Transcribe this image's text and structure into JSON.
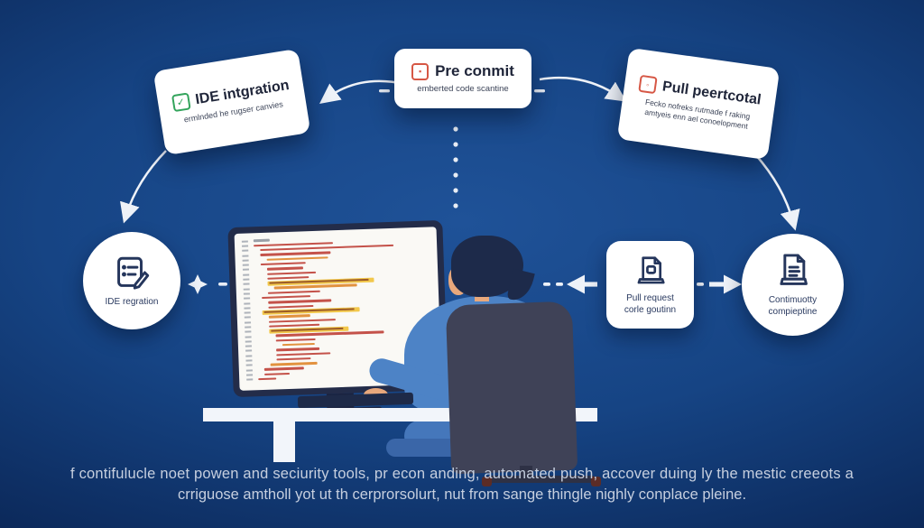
{
  "colors": {
    "background_center": "#1f5298",
    "background_edge": "#061634",
    "card_bg": "#ffffff",
    "accent_green": "#33a45c",
    "accent_red": "#d65745",
    "navy_icon": "#25365c",
    "shirt_blue": "#4d83c6",
    "highlight_yellow": "#f2c84b",
    "caption_text": "#c6cfdf"
  },
  "icons": {
    "check_glyph": "✓",
    "commit_glyph": "▪",
    "pull_glyph": "◦"
  },
  "cards": {
    "ide": {
      "title": "IDE intgration",
      "subtitle": "ermlnded he rugser canvies"
    },
    "precommit": {
      "title": "Pre conmit",
      "subtitle": "emberted code scantine"
    },
    "pull": {
      "title": "Pull peertcotal",
      "subtitle_line1": "Fecko nofreks rutmade f raking",
      "subtitle_line2": "amtyeis enn ael conoelopment"
    }
  },
  "nodes": {
    "ide_circle": {
      "label": "IDE regration"
    },
    "pull_request": {
      "label_line1": "Pull request",
      "label_line2": "corle goutinn"
    },
    "continuous": {
      "label_line1": "Contimuotty",
      "label_line2": "compieptine"
    }
  },
  "caption": {
    "line1": "f contifulucle noet powen and seciurity tools, pr econ anding, automated push, accover duing ly the mestic creeots a",
    "line2": "crriguose amtholl yot ut th cerprorsolurt, nut from sange thingle nighly conplace pleine."
  },
  "monitor": {
    "code_lines": [
      {
        "ind": 0,
        "w": 18,
        "c": "gray",
        "hl": false
      },
      {
        "ind": 0,
        "w": 88,
        "c": "red",
        "hl": false
      },
      {
        "ind": 1,
        "w": 148,
        "c": "red",
        "hl": false
      },
      {
        "ind": 1,
        "w": 78,
        "c": "red",
        "hl": false
      },
      {
        "ind": 2,
        "w": 68,
        "c": "orange",
        "hl": false
      },
      {
        "ind": 1,
        "w": 50,
        "c": "red",
        "hl": false
      },
      {
        "ind": 2,
        "w": 40,
        "c": "red",
        "hl": false
      },
      {
        "ind": 2,
        "w": 54,
        "c": "red",
        "hl": false
      },
      {
        "ind": 2,
        "w": 46,
        "c": "red",
        "hl": false
      },
      {
        "ind": 2,
        "w": 118,
        "c": "red",
        "hl": true
      },
      {
        "ind": 3,
        "w": 92,
        "c": "orange",
        "hl": false
      },
      {
        "ind": 2,
        "w": 58,
        "c": "red",
        "hl": false
      },
      {
        "ind": 1,
        "w": 54,
        "c": "red",
        "hl": false
      },
      {
        "ind": 2,
        "w": 70,
        "c": "red",
        "hl": false
      },
      {
        "ind": 2,
        "w": 50,
        "c": "red",
        "hl": false
      },
      {
        "ind": 1,
        "w": 108,
        "c": "red",
        "hl": true
      },
      {
        "ind": 2,
        "w": 46,
        "c": "orange",
        "hl": false
      },
      {
        "ind": 2,
        "w": 74,
        "c": "red",
        "hl": false
      },
      {
        "ind": 2,
        "w": 56,
        "c": "red",
        "hl": false
      },
      {
        "ind": 2,
        "w": 88,
        "c": "red",
        "hl": true
      },
      {
        "ind": 3,
        "w": 120,
        "c": "red",
        "hl": false
      },
      {
        "ind": 3,
        "w": 44,
        "c": "red",
        "hl": false
      },
      {
        "ind": 4,
        "w": 36,
        "c": "orange",
        "hl": false
      },
      {
        "ind": 3,
        "w": 48,
        "c": "red",
        "hl": false
      },
      {
        "ind": 3,
        "w": 60,
        "c": "red",
        "hl": false
      },
      {
        "ind": 3,
        "w": 38,
        "c": "red",
        "hl": false
      },
      {
        "ind": 2,
        "w": 52,
        "c": "orange",
        "hl": false
      },
      {
        "ind": 1,
        "w": 44,
        "c": "red",
        "hl": false
      },
      {
        "ind": 1,
        "w": 28,
        "c": "red",
        "hl": false
      },
      {
        "ind": 0,
        "w": 20,
        "c": "red",
        "hl": false
      }
    ]
  }
}
